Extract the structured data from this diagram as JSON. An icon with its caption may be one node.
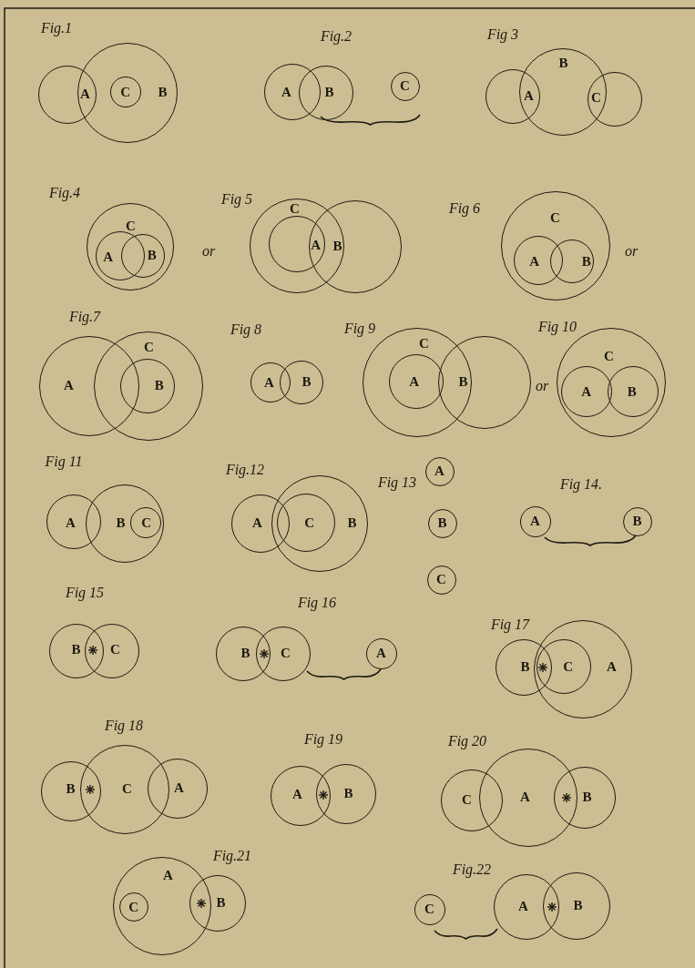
{
  "diagram": {
    "nodes": [
      {
        "text": [
          "A"
        ]
      },
      {
        "text": [
          "B"
        ]
      },
      {
        "text": [
          "C"
        ],
        "in": 1
      },
      {
        "text": [
          "A"
        ]
      },
      {
        "text": [
          "B"
        ]
      },
      {
        "text": [
          "C"
        ]
      },
      {
        "text": [
          "A"
        ]
      },
      {
        "text": [
          "B"
        ]
      },
      {
        "text": [
          "C"
        ]
      },
      {
        "text": [
          "C"
        ]
      },
      {
        "text": [
          "A"
        ],
        "in": 9
      },
      {
        "text": [
          "B"
        ],
        "in": 9
      },
      {
        "text": [
          "C"
        ]
      },
      {
        "text": [
          "A"
        ],
        "in": 12
      },
      {
        "text": [
          "B"
        ]
      },
      {
        "text": [
          "C"
        ]
      },
      {
        "text": [
          "A"
        ],
        "in": 15
      },
      {
        "text": [
          "B"
        ],
        "in": 15
      },
      {
        "text": [
          "A"
        ]
      },
      {
        "text": [
          "C"
        ]
      },
      {
        "text": [
          "B"
        ],
        "in": 19
      },
      {
        "text": [
          "A"
        ]
      },
      {
        "text": [
          "B"
        ]
      },
      {
        "text": [
          "C"
        ]
      },
      {
        "text": [
          "A"
        ],
        "in": 23
      },
      {
        "text": [
          "B"
        ]
      },
      {
        "text": [
          "C"
        ]
      },
      {
        "text": [
          "A"
        ],
        "in": 26
      },
      {
        "text": [
          "B"
        ],
        "in": 26
      },
      {
        "text": [
          "A"
        ]
      },
      {
        "text": [
          "B"
        ]
      },
      {
        "text": [
          "C"
        ],
        "in": 30
      },
      {
        "text": [
          "A"
        ]
      },
      {
        "text": [
          "B"
        ]
      },
      {
        "text": [
          "C"
        ],
        "in": 33
      },
      {
        "text": [
          "A"
        ]
      },
      {
        "text": [
          "B"
        ]
      },
      {
        "text": [
          "C"
        ]
      },
      {
        "text": [
          "A"
        ]
      },
      {
        "text": [
          "B"
        ]
      },
      {
        "text": [
          "B"
        ]
      },
      {
        "text": [
          "C"
        ]
      },
      {
        "text": [
          "B"
        ]
      },
      {
        "text": [
          "C"
        ]
      },
      {
        "text": [
          "A"
        ]
      },
      {
        "text": [
          "B"
        ]
      },
      {
        "text": [
          "A"
        ]
      },
      {
        "text": [
          "C"
        ],
        "in": 46
      },
      {
        "text": [
          "B"
        ]
      },
      {
        "text": [
          "C"
        ]
      },
      {
        "text": [
          "A"
        ]
      },
      {
        "text": [
          "A"
        ]
      },
      {
        "text": [
          "B"
        ]
      },
      {
        "text": [
          "C"
        ]
      },
      {
        "text": [
          "A"
        ]
      },
      {
        "text": [
          "B"
        ]
      },
      {
        "text": [
          "A"
        ]
      },
      {
        "text": [
          "C"
        ],
        "in": 56
      },
      {
        "text": [
          "B"
        ]
      },
      {
        "text": [
          "C"
        ]
      },
      {
        "text": [
          "A"
        ]
      },
      {
        "text": [
          "B"
        ]
      }
    ],
    "labels": [
      "Fig.1",
      "Fig.2",
      "Fig 3",
      "Fig.4",
      "or",
      "Fig 5",
      "Fig 6",
      "or",
      "Fig.7",
      "Fig 8",
      "Fig 9",
      "or",
      "Fig 10",
      "Fig 11",
      "Fig.12",
      "Fig 13",
      "Fig 14.",
      "Fig 15",
      "Fig 16",
      "Fig 17",
      "Fig 18",
      "Fig 19",
      "Fig 20",
      "Fig.21",
      "Fig.22"
    ]
  }
}
